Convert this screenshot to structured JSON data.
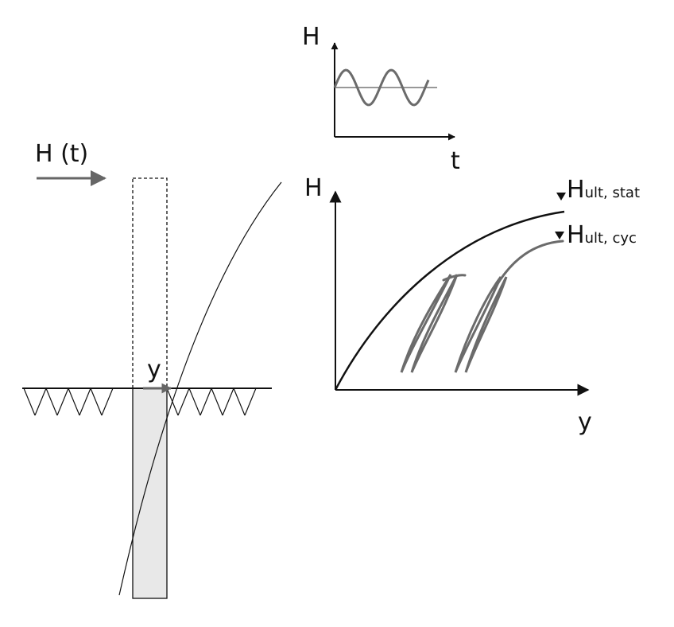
{
  "colors": {
    "ink": "#111111",
    "loop_gray": "#6b6b6b",
    "arrow_gray": "#666666",
    "pile_fill": "#e8e8e8"
  },
  "load": {
    "label": "H (t)"
  },
  "pile": {
    "displacement_label": "y"
  },
  "time_history": {
    "y_label": "H",
    "x_label": "t"
  },
  "response_plot": {
    "y_label": "H",
    "x_label": "y",
    "static_ultimate": {
      "main": "H",
      "sub": "ult, stat"
    },
    "cyclic_ultimate": {
      "main": "H",
      "sub": "ult, cyc"
    }
  }
}
